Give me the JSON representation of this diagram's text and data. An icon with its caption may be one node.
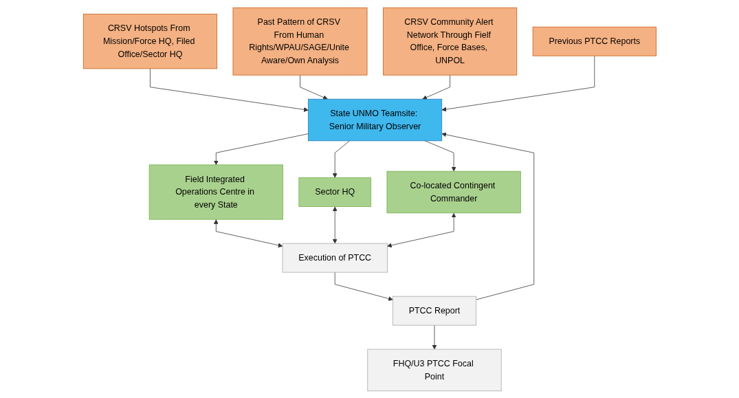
{
  "diagram": {
    "nodes": [
      {
        "text": [
          "CRSV Hotspots From Mission/Force HQ, Filed Office/Sector HQ"
        ]
      },
      {
        "text": [
          "Past Pattern of CRSV From Human Rights/WPAU/SAGE/Unite Aware/Own Analysis"
        ]
      },
      {
        "text": [
          "CRSV Community Alert Network Through Fielf Office, Force Bases, UNPOL"
        ]
      },
      {
        "text": [
          "Previous PTCC Reports"
        ]
      },
      {
        "text": [
          "State UNMO Teamsite: Senior Military Observer"
        ]
      },
      {
        "text": [
          "Field Integrated Operations Centre in every State"
        ]
      },
      {
        "text": [
          "Sector HQ"
        ]
      },
      {
        "text": [
          "Co-located Contingent Commander"
        ]
      },
      {
        "text": [
          "Execution of PTCC"
        ]
      },
      {
        "text": [
          "FHQ/U3 PTCC Focal Point"
        ]
      },
      {
        "text": [
          "PTCC Report"
        ]
      }
    ],
    "edges": [
      {
        "from": 0,
        "to": 4,
        "arrow": "to"
      },
      {
        "from": 1,
        "to": 4,
        "arrow": "to"
      },
      {
        "from": 2,
        "to": 4,
        "arrow": "to"
      },
      {
        "from": 3,
        "to": 4,
        "arrow": "to"
      },
      {
        "from": 4,
        "to": 5,
        "arrow": "to"
      },
      {
        "from": 4,
        "to": 6,
        "arrow": "to"
      },
      {
        "from": 4,
        "to": 7,
        "arrow": "to"
      },
      {
        "from": 5,
        "to": 8,
        "arrow": "both"
      },
      {
        "from": 6,
        "to": 8,
        "arrow": "both"
      },
      {
        "from": 7,
        "to": 8,
        "arrow": "both"
      },
      {
        "from": 8,
        "to": 10,
        "arrow": "to"
      },
      {
        "from": 10,
        "to": 9,
        "arrow": "to"
      },
      {
        "from": 10,
        "to": 4,
        "arrow": "to"
      }
    ]
  }
}
